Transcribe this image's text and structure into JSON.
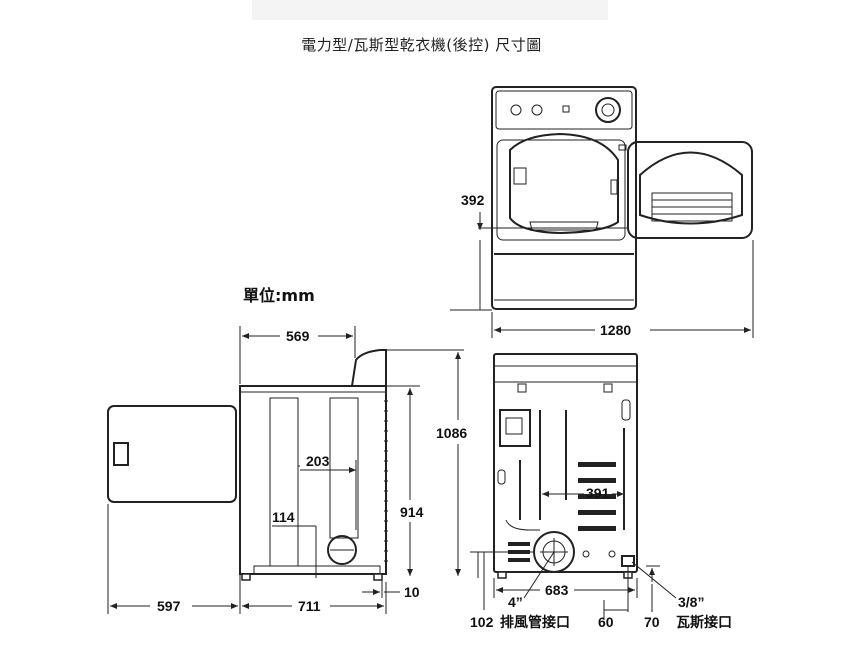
{
  "title": "電力型/瓦斯型乾衣機(後控) 尺寸圖",
  "unit_label": "單位:mm",
  "dimensions": {
    "door_open_height": "392",
    "total_width_open": "1280",
    "side_depth_top": "569",
    "total_height": "1086",
    "body_height": "914",
    "vent_offset": "203",
    "vent_height": "114",
    "foot_height": "10",
    "door_depth": "597",
    "body_depth": "711",
    "rear_inner_width": "391",
    "rear_width": "683",
    "exhaust_height": "102",
    "exhaust_size": "4”",
    "gas_offset": "60",
    "gas_height": "70",
    "gas_size": "3/8”"
  },
  "labels": {
    "exhaust_port": "排風管接口",
    "gas_port": "瓦斯接口"
  }
}
